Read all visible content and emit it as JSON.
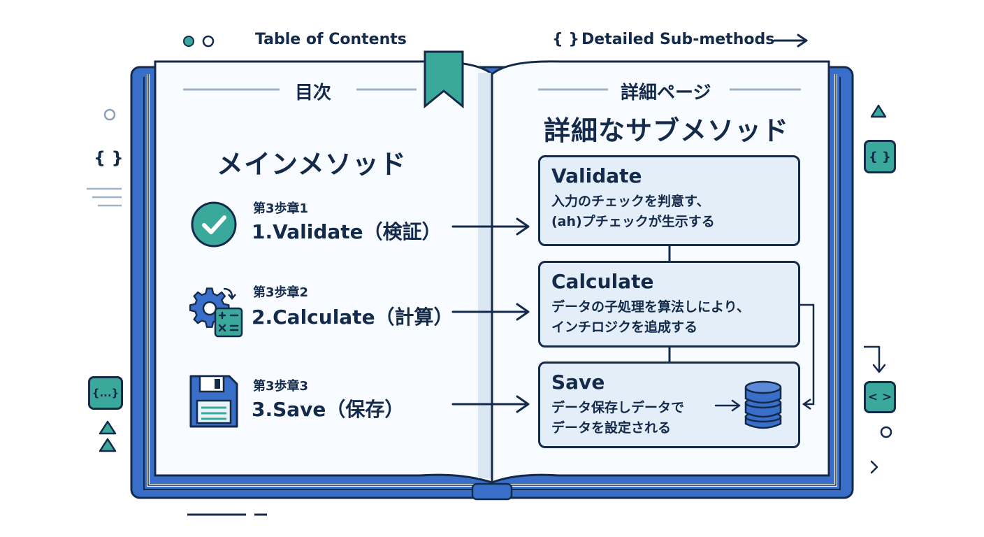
{
  "header": {
    "left_label": "Table of Contents",
    "right_label": "Detailed Sub-methods",
    "right_brace": "{ }"
  },
  "left_page": {
    "divider_label": "目次",
    "title": "メインメソッド",
    "items": [
      {
        "chapter": "第3歩章1",
        "method": "1.Validate（検証）",
        "icon": "check-icon"
      },
      {
        "chapter": "第3歩章2",
        "method": "2.Calculate（計算）",
        "icon": "gear-calculator-icon"
      },
      {
        "chapter": "第3歩章3",
        "method": "3.Save（保存）",
        "icon": "floppy-disk-icon"
      }
    ]
  },
  "right_page": {
    "divider_label": "詳細ページ",
    "title": "詳細なサブメソッド",
    "cards": [
      {
        "title": "Validate",
        "lines": [
          "入力のチェックを判意す、",
          "(ah)プチェックが生示する"
        ]
      },
      {
        "title": "Calculate",
        "lines": [
          "データの子処理を算法しにより、",
          "インチロジクを追成する"
        ]
      },
      {
        "title": "Save",
        "lines": [
          "データ保存しデータで",
          "データを設定される"
        ]
      }
    ]
  },
  "side_icons": {
    "left_brace": "{ }",
    "right_brace": "{ }",
    "left_brace_box": "{...}",
    "right_code_box": "< >"
  },
  "colors": {
    "navy": "#132a4a",
    "blue": "#3a6fc9",
    "teal": "#3aa99b",
    "card_bg": "#e3eef8",
    "page": "#f8fbff"
  }
}
